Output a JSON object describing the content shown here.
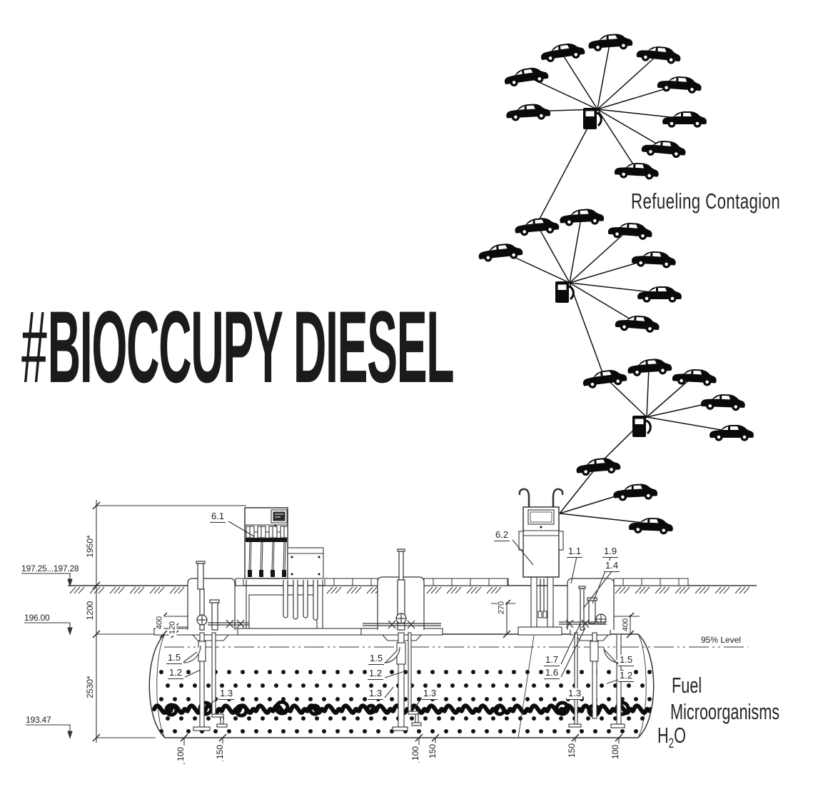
{
  "title": {
    "hash": "#",
    "name": "BIOCCUPY DIESEL"
  },
  "network": {
    "caption": "Refueling Contagion"
  },
  "annotations": {
    "fuel": "Fuel",
    "microorganisms": "Microorganisms",
    "h2o": {
      "h": "H",
      "sub": "2",
      "o": "O"
    }
  },
  "level_label": "95% Level",
  "elevations": {
    "surface": "197.25...197.28",
    "tank_top": "196.00",
    "tank_bottom": "193.47"
  },
  "dimensions": {
    "d1950": "1950*",
    "d1200": "1200",
    "d2530": "2530*",
    "d400": "400",
    "d120": "120",
    "d270": "270",
    "d100": "100",
    "d150": "150"
  },
  "callouts": {
    "c61": "6.1",
    "c62": "6.2",
    "c11": "1.1",
    "c19": "1.9",
    "c14": "1.4",
    "c15": "1.5",
    "c12": "1.2",
    "c13": "1.3",
    "c17": "1.7",
    "c16": "1.6"
  }
}
